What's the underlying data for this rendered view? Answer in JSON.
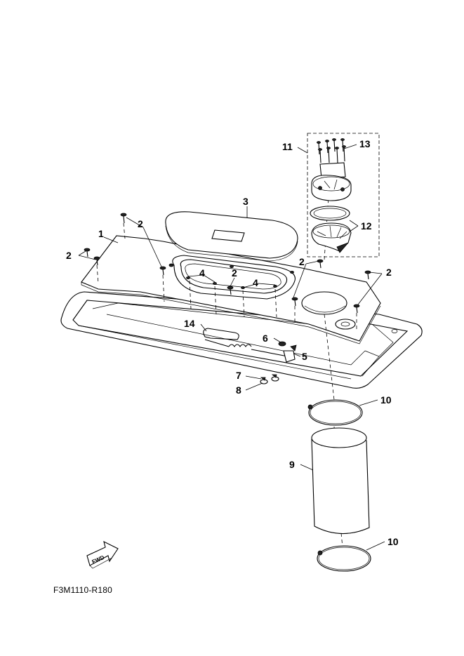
{
  "figure_code": "F3M1110-R180",
  "callouts": {
    "c1": "1",
    "c2a": "2",
    "c2b": "2",
    "c2c": "2",
    "c2d": "2",
    "c2e": "2",
    "c3": "3",
    "c4a": "4",
    "c4b": "4",
    "c5": "5",
    "c6": "6",
    "c7": "7",
    "c8": "8",
    "c9": "9",
    "c10a": "10",
    "c10b": "10",
    "c11": "11",
    "c12": "12",
    "c13": "13",
    "c14": "14"
  },
  "fwd_label": "FWD"
}
